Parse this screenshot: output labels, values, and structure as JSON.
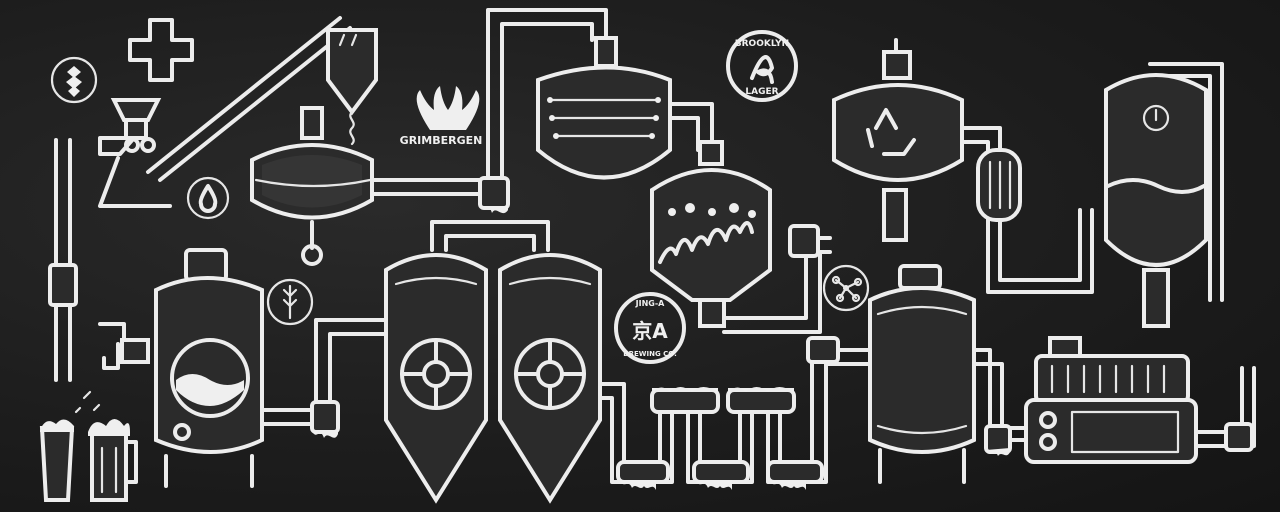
{
  "logos": {
    "grimbergen": "GRIMBERGEN",
    "brooklyn_top": "BROOKLYN",
    "brooklyn_bottom": "LAGER",
    "jinga_top": "JING-A",
    "jinga_bottom": "BREWING CO.",
    "jinga_mark": "京A"
  },
  "icons": [
    "hop-icon",
    "water-drop-icon",
    "wheat-icon",
    "molecule-icon",
    "recycle-icon",
    "plus-icon",
    "beer-glass-icon",
    "beer-mug-icon"
  ],
  "colors": {
    "board": "#1c1c1c",
    "chalk": "#ececec"
  }
}
